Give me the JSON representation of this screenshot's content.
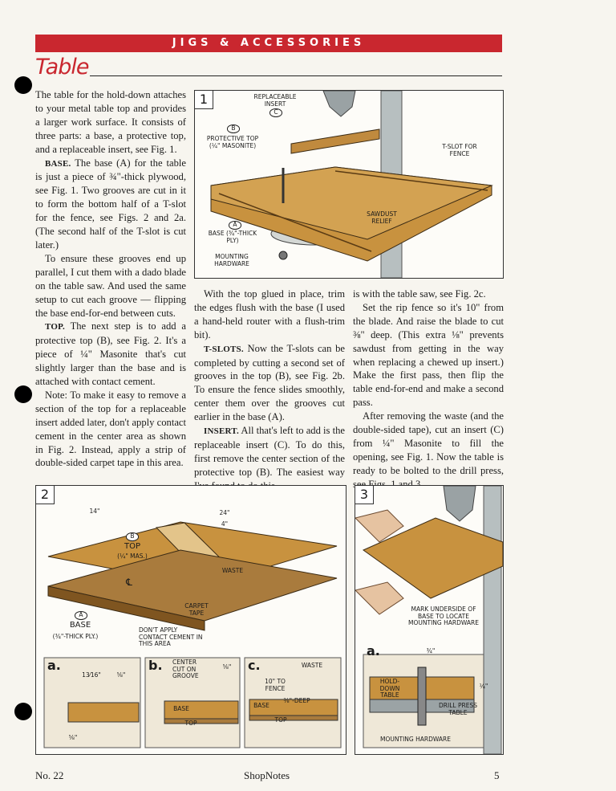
{
  "banner": "JIGS & ACCESSORIES",
  "title": "Table",
  "columns": {
    "col1": [
      "The table for the hold-down attaches to your metal table top and provides a larger work surface. It consists of three parts: a base, a protective top, and a replaceable insert, see Fig. 1.",
      "The base (A) for the table is just a piece of ¾\"-thick plywood, see Fig. 1. Two grooves are cut in it to form the bottom half of a T-slot for the fence, see Figs. 2 and 2a. (The second half of the T-slot is cut later.)",
      "To ensure these grooves end up parallel, I cut them with a dado blade on the table saw. And used the same setup to cut each groove — flipping the base end-for-end between cuts.",
      "The next step is to add a protective top (B), see Fig. 2. It's a piece of ¼\" Masonite that's cut slightly larger than the base and is attached with contact cement.",
      "Note: To make it easy to remove a section of the top for a replaceable insert added later, don't apply contact cement in the center area as shown in Fig. 2. Instead, apply a strip of double-sided carpet tape in this area."
    ],
    "col1_runins": {
      "base": "BASE.",
      "top": "TOP."
    },
    "col2": [
      "With the top glued in place, trim the edges flush with the base (I used a hand-held router with a flush-trim bit).",
      "Now the T-slots can be completed by cutting a second set of grooves in the top (B), see Fig. 2b. To ensure the fence slides smoothly, center them over the grooves cut earlier in the base (A).",
      "All that's left to add is the replaceable insert (C). To do this, first remove the center section of the protective top (B). The easiest way I've found to do this"
    ],
    "col2_runins": {
      "tslots": "T-SLOTS.",
      "insert": "INSERT."
    },
    "col3": [
      "is with the table saw, see Fig. 2c.",
      "Set the rip fence so it's 10\" from the blade. And raise the blade to cut ⅜\" deep. (This extra ⅛\" prevents sawdust from getting in the way when replacing a chewed up insert.) Make the first pass, then flip the table end-for-end and make a second pass.",
      "After removing the waste (and the double-sided tape), cut an insert (C) from ¼\" Masonite to fill the opening, see Fig. 1. Now the table is ready to be bolted to the drill press, see Figs. 1 and 3."
    ]
  },
  "fig1": {
    "number": "1",
    "labels": {
      "insert": "REPLACEABLE INSERT",
      "insert_key": "C",
      "top": "PROTECTIVE TOP (¼\" MASONITE)",
      "top_key": "B",
      "tslot": "T-SLOT FOR FENCE",
      "sawdust": "SAWDUST RELIEF",
      "base_key": "A",
      "base": "BASE (¾\"-THICK PLY)",
      "hardware": "MOUNTING HARDWARE"
    }
  },
  "fig2": {
    "number": "2",
    "labels": {
      "dim14": "14\"",
      "dim24": "24\"",
      "dim4": "4\"",
      "top_key": "B",
      "top": "TOP",
      "top_mat": "(¼\" MAS.)",
      "waste": "WASTE",
      "centerline": "℄",
      "carpet": "CARPET TAPE",
      "base_key": "A",
      "base": "BASE",
      "base_mat": "(¾\"-THICK PLY.)",
      "dont": "DON'T APPLY CONTACT CEMENT IN THIS AREA"
    },
    "sub_a": {
      "letter": "a.",
      "d1": "13⁄16\"",
      "d2": "⅝\"",
      "d3": "⅝\""
    },
    "sub_b": {
      "letter": "b.",
      "note": "CENTER CUT ON GROOVE",
      "d": "⅝\"",
      "base": "BASE",
      "top": "TOP"
    },
    "sub_c": {
      "letter": "c.",
      "waste": "WASTE",
      "fence": "10\" TO FENCE",
      "deep": "⅜\"-DEEP",
      "base": "BASE",
      "top": "TOP"
    }
  },
  "fig3": {
    "number": "3",
    "labels": {
      "mark": "MARK UNDERSIDE OF BASE TO LOCATE MOUNTING HARDWARE"
    },
    "sub_a": {
      "letter": "a.",
      "d1": "¾\"",
      "d2": "¼\"",
      "holddown": "HOLD-DOWN TABLE",
      "press": "DRILL PRESS TABLE",
      "hardware": "MOUNTING HARDWARE"
    }
  },
  "footer": {
    "issue": "No. 22",
    "mag": "ShopNotes",
    "page": "5"
  },
  "colors": {
    "accent": "#c9272f",
    "wood": "#c8923f",
    "wood_dark": "#9c6a2a",
    "masonite": "#a97b3d"
  }
}
